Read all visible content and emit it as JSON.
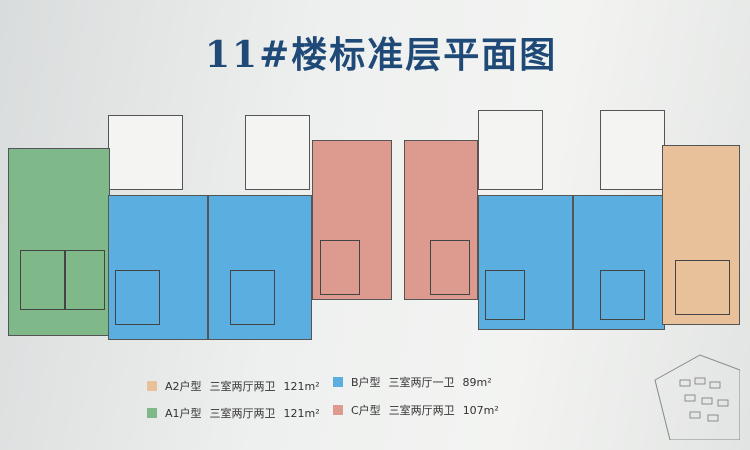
{
  "title": "11#楼标准层平面图",
  "legend": [
    {
      "unit": "A2户型",
      "layout": "三室两厅两卫",
      "area": "121m²",
      "color": "#e8c09a"
    },
    {
      "unit": "B户型",
      "layout": "三室两厅一卫",
      "area": "89m²",
      "color": "#5aaee0"
    },
    {
      "unit": "A1户型",
      "layout": "三室两厅两卫",
      "area": "121m²",
      "color": "#7fb98a"
    },
    {
      "unit": "C户型",
      "layout": "三室两厅两卫",
      "area": "107m²",
      "color": "#dd9a8e"
    }
  ]
}
